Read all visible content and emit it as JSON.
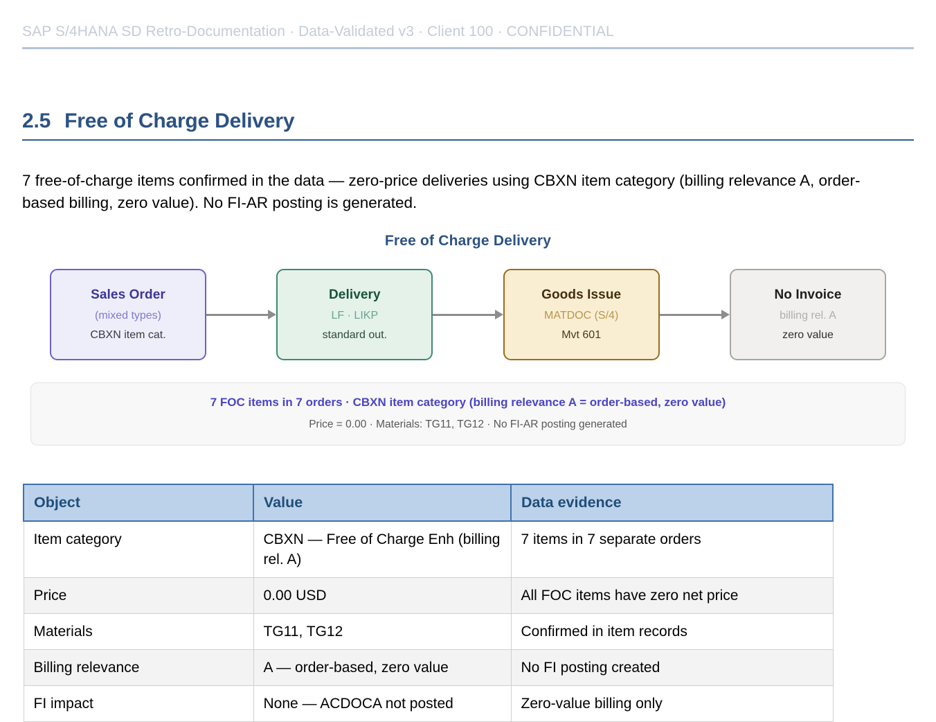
{
  "header": {
    "running_text": "SAP S/4HANA SD Retro-Documentation · Data-Validated v3 · Client 100 · CONFIDENTIAL"
  },
  "section": {
    "number": "2.5",
    "title": "Free of Charge Delivery",
    "intro": "7 free-of-charge items confirmed in the data — zero-price deliveries using CBXN item category (billing relevance A, order-based billing, zero value). No FI-AR posting is generated."
  },
  "diagram": {
    "title": "Free of Charge Delivery",
    "nodes": [
      {
        "title": "Sales Order",
        "sub": "(mixed types)",
        "note": "CBXN item cat."
      },
      {
        "title": "Delivery",
        "sub": "LF · LIKP",
        "note": "standard out."
      },
      {
        "title": "Goods Issue",
        "sub": "MATDOC (S/4)",
        "note": "Mvt 601"
      },
      {
        "title": "No Invoice",
        "sub": "billing rel. A",
        "note": "zero value"
      }
    ],
    "callout_main": "7 FOC items in 7 orders · CBXN item category (billing relevance A = order-based, zero value)",
    "callout_sub": "Price = 0.00 · Materials: TG11, TG12 · No FI-AR posting generated",
    "colors": {
      "sales_order": "#6b62c8",
      "delivery": "#3e8a6e",
      "goods_issue": "#9a6c1d",
      "no_invoice": "#a9a69f",
      "arrow": "#8d8d8d",
      "callout_accent": "#4b45c4"
    }
  },
  "table": {
    "columns": [
      "Object",
      "Value",
      "Data evidence"
    ],
    "rows": [
      {
        "object": "Item category",
        "value": "CBXN — Free of Charge Enh (billing rel. A)",
        "evidence": "7 items in 7 separate orders"
      },
      {
        "object": "Price",
        "value": "0.00 USD",
        "evidence": "All FOC items have zero net price"
      },
      {
        "object": "Materials",
        "value": "TG11, TG12",
        "evidence": "Confirmed in item records"
      },
      {
        "object": "Billing relevance",
        "value": "A — order-based, zero value",
        "evidence": "No FI posting created"
      },
      {
        "object": "FI impact",
        "value": "None — ACDOCA not posted",
        "evidence": "Zero-value billing only"
      }
    ]
  }
}
